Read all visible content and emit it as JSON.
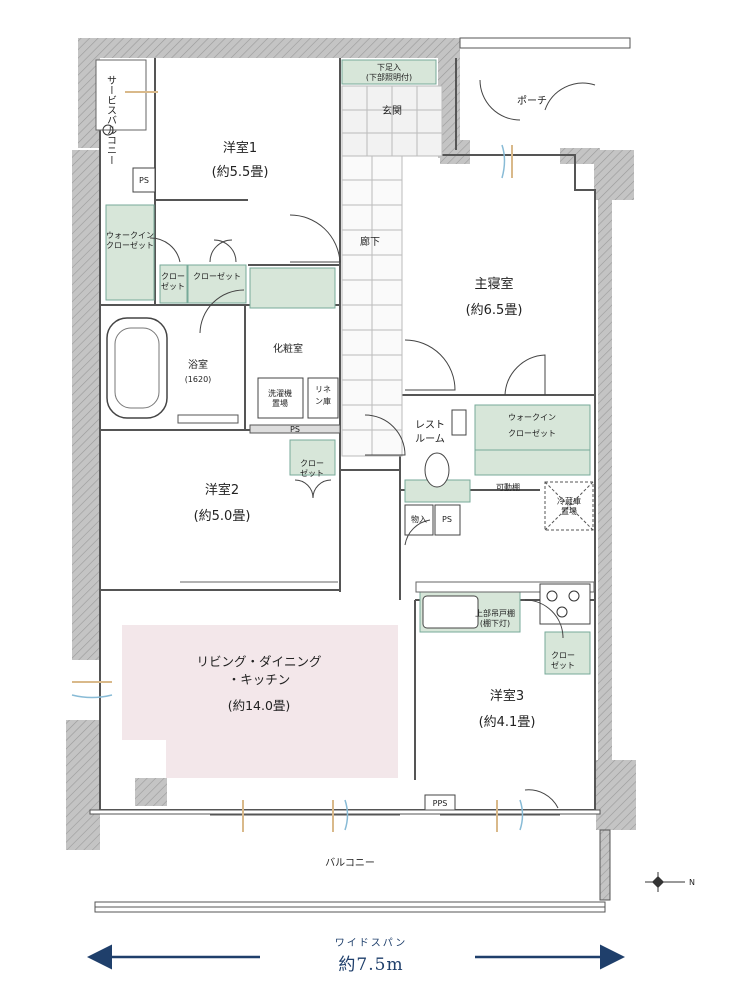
{
  "rooms": {
    "western1": {
      "name": "洋室1",
      "size": "(約5.5畳)"
    },
    "western2": {
      "name": "洋室2",
      "size": "(約5.0畳)"
    },
    "western3": {
      "name": "洋室3",
      "size": "(約4.1畳)"
    },
    "master": {
      "name": "主寝室",
      "size": "(約6.5畳)"
    },
    "ldk": {
      "line1": "リビング・ダイニング",
      "line2": "・キッチン",
      "size": "(約14.0畳)"
    },
    "bath": {
      "name": "浴室",
      "size": "(1620)"
    },
    "washroom": "化粧室",
    "corridor": "廊下",
    "entrance": "玄関",
    "porch": "ポーチ",
    "restroom1": "レスト",
    "restroom2": "ルーム",
    "balcony": "バルコニー",
    "service_balcony": "サービスバルコニー"
  },
  "fixtures": {
    "shoebox1": "下足入",
    "shoebox2": "(下部照明付)",
    "wic1_line1": "ウォークイン",
    "wic1_line2": "クローゼット",
    "wic2_line1": "ウォークイン",
    "wic2_line2": "クローゼット",
    "closet_small1": "クロー",
    "closet_small2": "ゼット",
    "closet_w1": "クローゼット",
    "closet_w2_1": "クロー",
    "closet_w2_2": "ゼット",
    "closet_w3_1": "クロー",
    "closet_w3_2": "ゼット",
    "washer1": "洗濯機",
    "washer2": "置場",
    "linen1": "リネ",
    "linen2": "ン庫",
    "ps1": "PS",
    "ps2": "PS",
    "ps3": "PS",
    "pps": "PPS",
    "storage": "物入",
    "shelf": "可動棚",
    "fridge1": "冷蔵庫",
    "fridge2": "置場",
    "cabinet1": "上部吊戸棚",
    "cabinet2": "(棚下灯)"
  },
  "compass": "N",
  "span": {
    "title": "ワイドスパン",
    "value": "約7.5m"
  },
  "colors": {
    "wall": "#b3b3b3",
    "storage": "#d7e6d9",
    "ldk": "#f3e7ea",
    "arrow_blue": "#1f3f6b",
    "arrow_vent": "#d9b98a"
  }
}
